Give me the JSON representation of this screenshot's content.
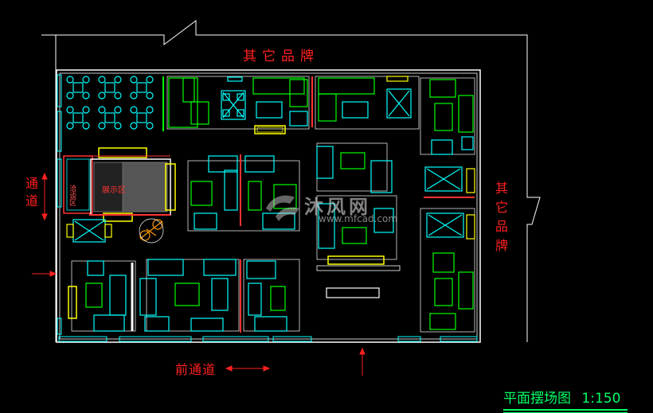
{
  "labels": {
    "top_brand": "其它品牌",
    "right_brand": "其它品牌",
    "left_passage": "通道",
    "front_passage": "前通道"
  },
  "title": {
    "name": "平面摆场图",
    "scale": "1:150"
  },
  "watermark": {
    "name": "沐风网",
    "url": "www.mfcad.com"
  },
  "room_labels": {
    "rest_area": "洽谈区",
    "stage": "展示区"
  },
  "colors": {
    "background": "#000000",
    "walls": "#ffffff",
    "furniture_cyan": "#00ffff",
    "furniture_green": "#00ff00",
    "accent_yellow": "#ffff00",
    "text_red": "#ff2020",
    "title_green": "#00ff66"
  }
}
